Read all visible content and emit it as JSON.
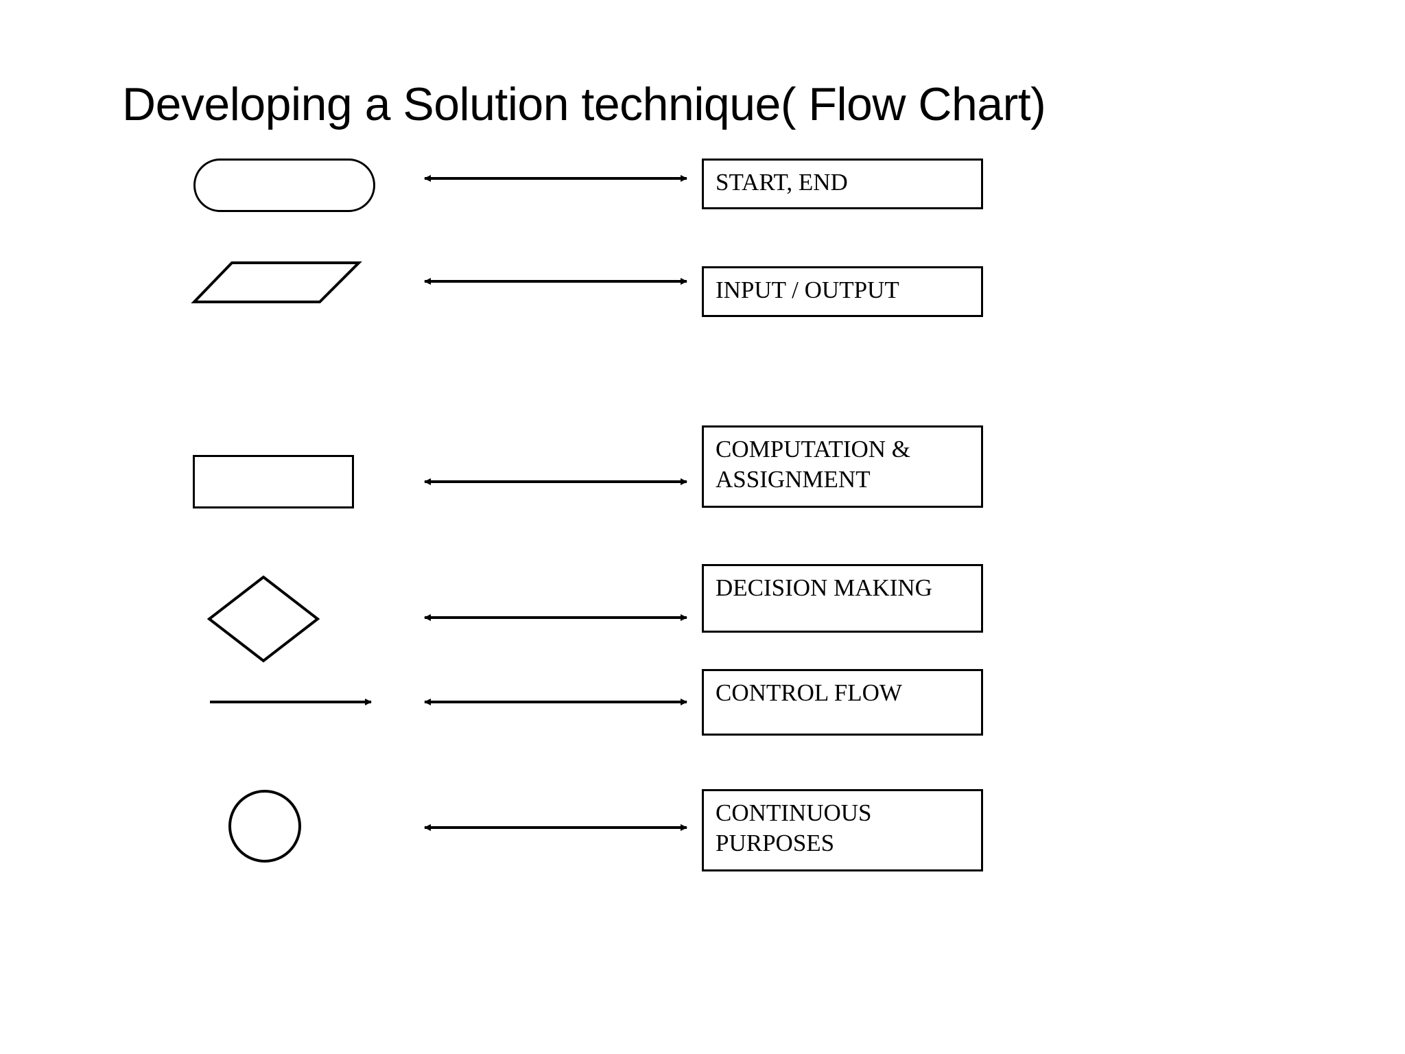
{
  "slide": {
    "title": "Developing a Solution technique( Flow Chart)",
    "background_color": "#ffffff",
    "ink_color": "#000000"
  },
  "rows": [
    {
      "shape": "stadium",
      "shape_name": "terminator-shape",
      "arrow": "double-headed",
      "label": "START, END"
    },
    {
      "shape": "parallelogram",
      "shape_name": "input-output-shape",
      "arrow": "double-headed",
      "label": "INPUT / OUTPUT"
    },
    {
      "shape": "rectangle",
      "shape_name": "process-shape",
      "arrow": "double-headed",
      "label": "COMPUTATION &\nASSIGNMENT"
    },
    {
      "shape": "diamond",
      "shape_name": "decision-shape",
      "arrow": "double-headed",
      "label": "DECISION MAKING"
    },
    {
      "shape": "arrow-line",
      "shape_name": "flowline-shape",
      "arrow": "double-headed",
      "label": "CONTROL FLOW"
    },
    {
      "shape": "circle",
      "shape_name": "connector-shape",
      "arrow": "double-headed",
      "label": "CONTINUOUS\nPURPOSES"
    }
  ]
}
